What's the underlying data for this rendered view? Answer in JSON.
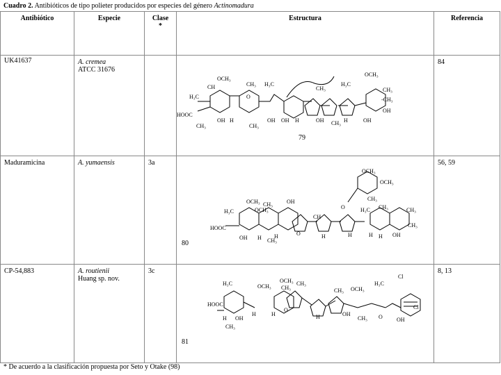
{
  "caption": {
    "label": "Cuadro 2.",
    "text": "Antibióticos de tipo polieter producidos por especies del género",
    "genus": "Actinomadura"
  },
  "columns": [
    "Antibiótico",
    "Especie",
    "Clase",
    "Estructura",
    "Referencia"
  ],
  "clase_marker": "*",
  "rows": [
    {
      "antibiotic": "UK41637",
      "species": "A. cremea",
      "strain": "ATCC 31676",
      "clase": "",
      "structure_number": "79",
      "reference": "84"
    },
    {
      "antibiotic": "Maduramicina",
      "species": "A. yumaensis",
      "strain": "",
      "clase": "3a",
      "structure_number": "80",
      "reference": "56, 59"
    },
    {
      "antibiotic": "CP-54,883",
      "species": "A. routienii",
      "strain": "Huang sp. nov.",
      "clase": "3c",
      "structure_number": "81",
      "reference": "8, 13"
    }
  ],
  "footnote": "* De acuerdo a la clasificación propuesta por Seto y Otake (98)"
}
